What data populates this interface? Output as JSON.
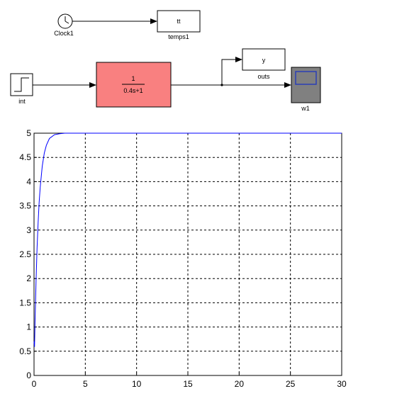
{
  "diagram": {
    "blocks": {
      "clock": {
        "label": "Clock1"
      },
      "tt": {
        "text": "tt",
        "label": "temps1"
      },
      "y": {
        "text": "y",
        "label": "outs"
      },
      "step": {
        "label": "int"
      },
      "tf": {
        "numerator": "1",
        "denominator": "0.4s+1"
      },
      "scope": {
        "label": "w1"
      }
    },
    "colors": {
      "tf_fill": "#f98080",
      "scope_fill": "#808080",
      "scope_screen": "#2a3fb5",
      "scope_label": "#1f3fb5"
    }
  },
  "chart_data": {
    "type": "line",
    "title": "",
    "xlabel": "",
    "ylabel": "",
    "xlim": [
      0,
      30
    ],
    "ylim": [
      0,
      5
    ],
    "xticks": [
      "0",
      "5",
      "10",
      "15",
      "20",
      "25",
      "30"
    ],
    "yticks": [
      "0",
      "0.5",
      "1",
      "1.5",
      "2",
      "2.5",
      "3",
      "3.5",
      "4",
      "4.5",
      "5"
    ],
    "grid": true,
    "line_color": "#0000ff",
    "series": [
      {
        "x": [
          0,
          0.05,
          0.1,
          0.15,
          0.2,
          0.3,
          0.4,
          0.5,
          0.6,
          0.8,
          1.0,
          1.2,
          1.5,
          2.0,
          2.5,
          3,
          4,
          5,
          10,
          15,
          20,
          25,
          30
        ],
        "y": [
          0.7,
          0.59,
          1.1,
          1.55,
          1.97,
          2.64,
          3.16,
          3.57,
          3.88,
          4.32,
          4.59,
          4.75,
          4.89,
          4.97,
          4.99,
          5.0,
          5.0,
          5.0,
          5.0,
          5.0,
          5.0,
          5.0,
          5.0
        ]
      }
    ]
  }
}
